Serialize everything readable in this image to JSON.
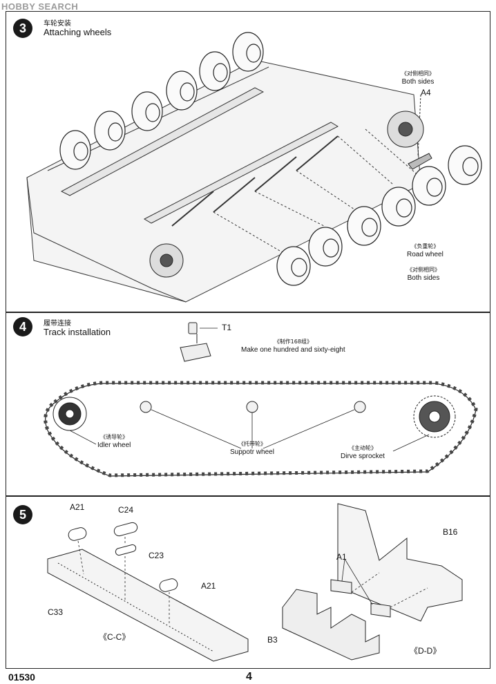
{
  "watermark": "HOBBY SEARCH",
  "steps": {
    "s3": {
      "number": "3",
      "title_cn": "车轮安装",
      "title_en": "Attaching wheels",
      "callouts": {
        "both_sides_top_cn": "《对侧相同》",
        "both_sides_top_en": "Both sides",
        "part_a4": "A4",
        "road_wheel_cn": "《负重轮》",
        "road_wheel_en": "Road  wheel",
        "both_sides_bottom_cn": "《对侧相同》",
        "both_sides_bottom_en": "Both sides"
      }
    },
    "s4": {
      "number": "4",
      "title_cn": "履带连接",
      "title_en": "Track installation",
      "callouts": {
        "part_t1": "T1",
        "make_cn": "《制作168组》",
        "make_en": "Make one hundred and sixty-eight",
        "idler_cn": "《诱导轮》",
        "idler_en": "Idler wheel",
        "support_cn": "《托带轮》",
        "support_en": "Suppotr wheel",
        "sprocket_cn": "《主动轮》",
        "sprocket_en": "Dirve sprocket"
      }
    },
    "s5": {
      "number": "5",
      "parts": {
        "a21_top": "A21",
        "c24": "C24",
        "c23": "C23",
        "a21_right": "A21",
        "c33": "C33",
        "section_cc": "《C-C》",
        "a1": "A1",
        "b16": "B16",
        "b3": "B3",
        "section_dd": "《D-D》"
      }
    }
  },
  "footer": {
    "code": "01530",
    "page": "4"
  }
}
